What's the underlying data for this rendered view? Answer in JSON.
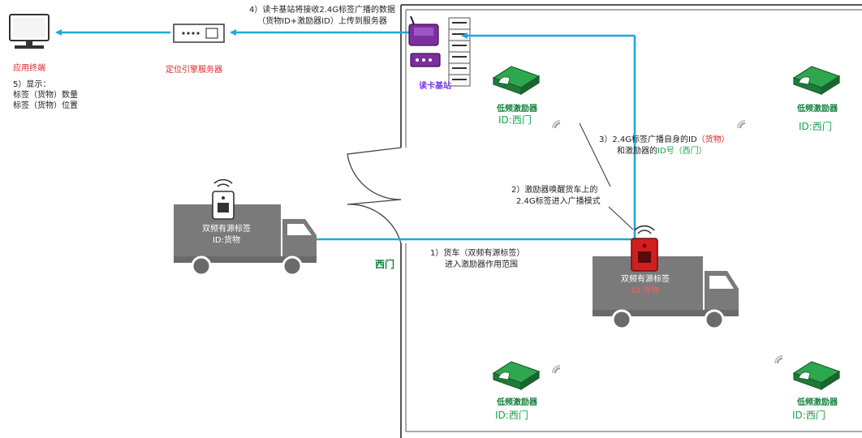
{
  "colors": {
    "signal_line": "#1ea7e1",
    "reader": "#7b2fa0",
    "exciter": "#1f8a3a",
    "truck_body": "#7a7a7a",
    "tag_active": "#d11f1f",
    "wall": "#555555"
  },
  "app_terminal": {
    "label": "应用终端"
  },
  "display": {
    "title": "5）显示：",
    "line1": "标签（货物）数量",
    "line2": "标签（货物）位置"
  },
  "server": {
    "label": "定位引擎服务器"
  },
  "upload_note": {
    "line1": "4）读卡基站将接收2.4G标签广播的数据",
    "line2": "（货物ID+激励器ID）上传到服务器"
  },
  "reader": {
    "label": "读卡基站"
  },
  "exciters": [
    {
      "label": "低频激励器",
      "id": "ID:西门"
    },
    {
      "label": "低频激励器",
      "id": "ID:西门"
    },
    {
      "label": "低频激励器",
      "id": "ID:西门"
    },
    {
      "label": "低频激励器",
      "id": "ID:西门"
    }
  ],
  "step3": {
    "prefix": "3）2.4G标签广播自身的ID",
    "red_part": "（货物）",
    "line2_a": "和激励器的",
    "line2_b": "ID号（西门）"
  },
  "step2": {
    "line1": "2）激励器唤醒货车上的",
    "line2": "2.4G标签进入广播模式"
  },
  "step1": {
    "line1": "1）货车（双频有源标签）",
    "line2": "进入激励器作用范围"
  },
  "door": {
    "label": "西门"
  },
  "truck_outside": {
    "tag_line1": "双频有源标签",
    "tag_line2": "ID:货物"
  },
  "truck_inside": {
    "tag_line1": "双频有源标签",
    "tag_line2": "ID:货物"
  }
}
